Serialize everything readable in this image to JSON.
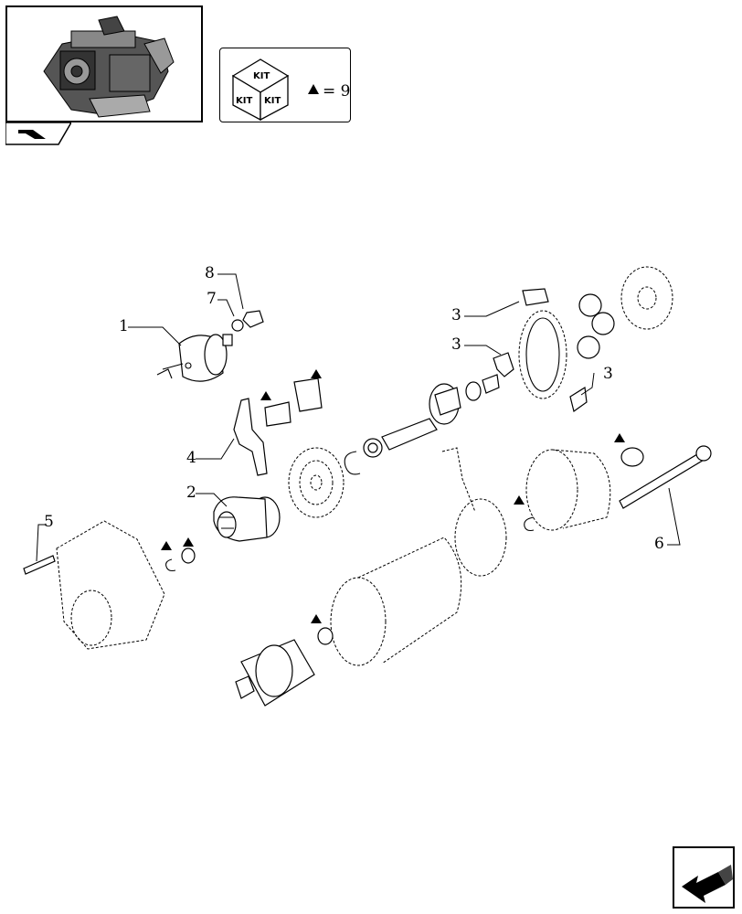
{
  "thumbnail": {
    "icon": "engine-assembly-thumbnail"
  },
  "kit_box": {
    "cube_labels": [
      "KIT",
      "KIT",
      "KIT"
    ],
    "equals_text": "= 9",
    "symbol": "warning-triangle-icon"
  },
  "callouts": [
    "1",
    "2",
    "3",
    "3",
    "3",
    "4",
    "5",
    "6",
    "7",
    "8"
  ],
  "nav": {
    "icon": "next-page-arrow-icon"
  },
  "colors": {
    "line": "#000000",
    "background": "#ffffff"
  }
}
